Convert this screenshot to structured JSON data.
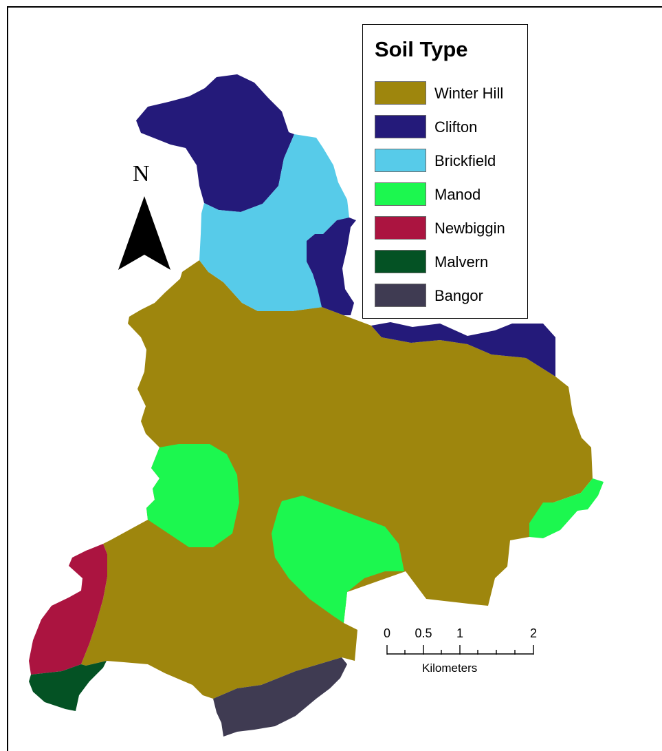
{
  "legend": {
    "title": "Soil Type",
    "items": [
      {
        "label": "Winter Hill",
        "color": "#9e860d"
      },
      {
        "label": "Clifton",
        "color": "#241a7a"
      },
      {
        "label": "Brickfield",
        "color": "#57cbe9"
      },
      {
        "label": "Manod",
        "color": "#1cf74f"
      },
      {
        "label": "Newbiggin",
        "color": "#ab1440"
      },
      {
        "label": "Malvern",
        "color": "#045224"
      },
      {
        "label": "Bangor",
        "color": "#3f3b52"
      }
    ]
  },
  "north_arrow": {
    "label": "N",
    "icon": "north-arrow-icon"
  },
  "scale_bar": {
    "ticks": [
      "0",
      "0.5",
      "1",
      "2"
    ],
    "units": "Kilometers"
  }
}
